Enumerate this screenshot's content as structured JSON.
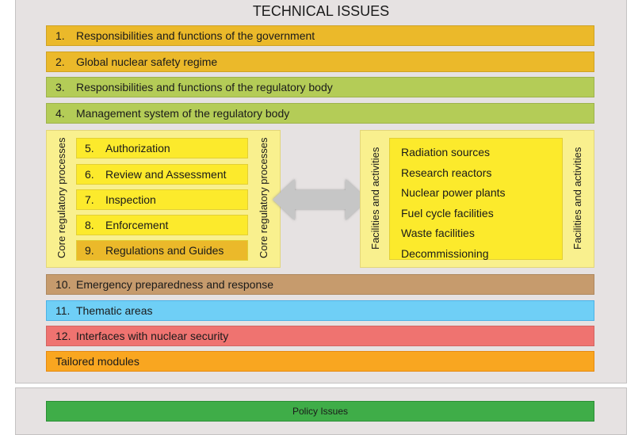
{
  "technical": {
    "title": "TECHNICAL ISSUES",
    "top_bars": [
      {
        "num": "1.",
        "label": "Responsibilities and functions of the government",
        "color": "#ebb92a"
      },
      {
        "num": "2.",
        "label": "Global nuclear safety regime",
        "color": "#ebb92a"
      },
      {
        "num": "3.",
        "label": "Responsibilities and functions of the regulatory body",
        "color": "#b4cc57"
      },
      {
        "num": "4.",
        "label": "Management system of the regulatory body",
        "color": "#b4cc57"
      }
    ],
    "core": {
      "side_label": "Core regulatory processes",
      "items": [
        {
          "num": "5.",
          "label": "Authorization"
        },
        {
          "num": "6.",
          "label": "Review and Assessment"
        },
        {
          "num": "7.",
          "label": "Inspection"
        },
        {
          "num": "8.",
          "label": "Enforcement"
        },
        {
          "num": "9.",
          "label": "Regulations and Guides"
        }
      ]
    },
    "facilities": {
      "side_label": "Facilities and activities",
      "items": [
        "Radiation sources",
        "Research reactors",
        "Nuclear power plants",
        "Fuel cycle facilities",
        "Waste facilities",
        "Decommissioning"
      ]
    },
    "bottom_bars": [
      {
        "num": "10.",
        "label": "Emergency preparedness and response",
        "color": "#c69b6d"
      },
      {
        "num": "11.",
        "label": "Thematic areas",
        "color": "#6fcff6"
      },
      {
        "num": "12.",
        "label": "Interfaces with nuclear security",
        "color": "#ef7370"
      },
      {
        "num": "",
        "label": "Tailored modules",
        "color": "#f9a620"
      }
    ]
  },
  "policy": {
    "label": "Policy Issues",
    "color": "#3fad48"
  }
}
